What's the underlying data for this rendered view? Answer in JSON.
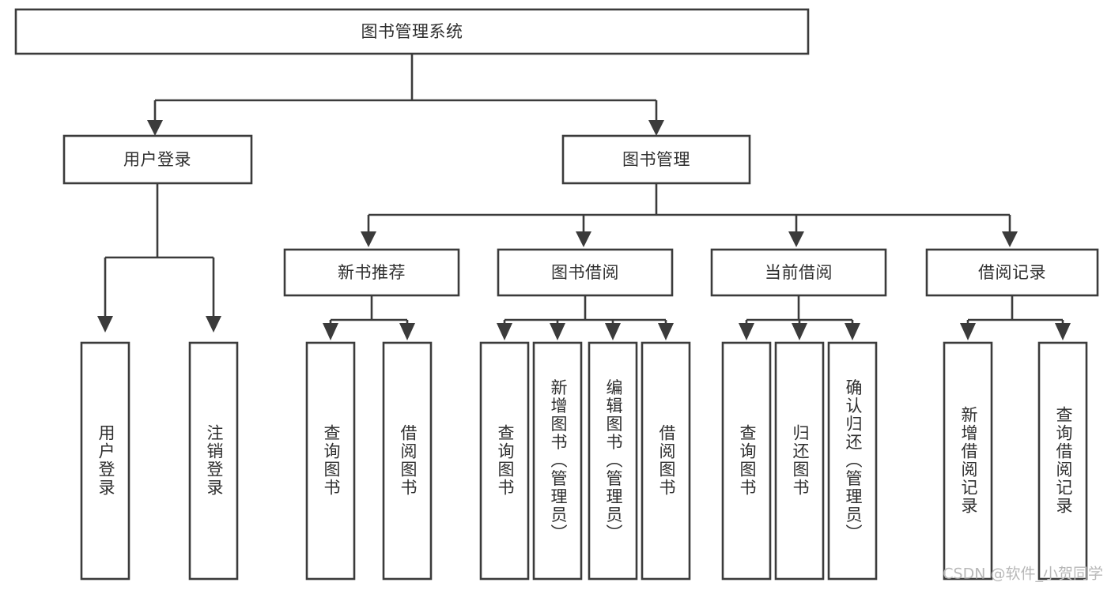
{
  "diagram": {
    "title": "图书管理系统",
    "type": "hierarchy-tree",
    "watermark": "CSDN @软件_小贺同学",
    "colors": {
      "stroke": "#3b3b3b",
      "box_fill": "#ffffff",
      "text": "#2f2f2f",
      "background": "#ffffff",
      "watermark": "#b8b8b8"
    },
    "root": {
      "label": "图书管理系统"
    },
    "level2": [
      {
        "label": "用户登录"
      },
      {
        "label": "图书管理"
      }
    ],
    "level3": [
      {
        "label": "新书推荐"
      },
      {
        "label": "图书借阅"
      },
      {
        "label": "当前借阅"
      },
      {
        "label": "借阅记录"
      }
    ],
    "leaves": {
      "user_login": [
        {
          "label": "用户登录"
        },
        {
          "label": "注销登录"
        }
      ],
      "new_book_recommend": [
        {
          "label": "查询图书"
        },
        {
          "label": "借阅图书"
        }
      ],
      "book_borrow": [
        {
          "label": "查询图书"
        },
        {
          "label": "新增图书（管理员）"
        },
        {
          "label": "编辑图书（管理员）"
        },
        {
          "label": "借阅图书"
        }
      ],
      "current_borrow": [
        {
          "label": "查询图书"
        },
        {
          "label": "归还图书"
        },
        {
          "label": "确认归还（管理员）"
        }
      ],
      "borrow_record": [
        {
          "label": "新增借阅记录"
        },
        {
          "label": "查询借阅记录"
        }
      ]
    }
  }
}
